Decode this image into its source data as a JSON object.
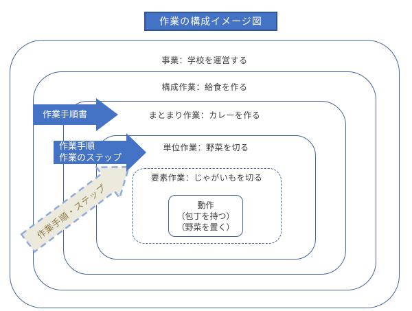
{
  "title": "作業の構成イメージ図",
  "boxes": [
    {
      "name": "business",
      "label": "事業：学校を運営する"
    },
    {
      "name": "component-work",
      "label": "構成作業：給食を作る"
    },
    {
      "name": "grouped-work",
      "label": "まとまり作業：カレーを作る"
    },
    {
      "name": "unit-work",
      "label": "単位作業：野菜を切る"
    },
    {
      "name": "element-work",
      "label": "要素作業：じゃがいもを切る"
    },
    {
      "name": "motion",
      "lines": [
        "動作",
        "（包丁を持つ）",
        "（野菜を置く）"
      ]
    }
  ],
  "arrows": [
    {
      "name": "work-procedure-document",
      "label": "作業手順書"
    },
    {
      "name": "work-procedure-steps",
      "lines": [
        "作業手順",
        "作業のステップ"
      ]
    },
    {
      "name": "work-procedure-step-dashed",
      "label": "作業手順・ステップ"
    }
  ],
  "colors": {
    "accent_blue": "#4472C4",
    "title_border": "#2F5597",
    "box_border": "#44639C",
    "dashed_arrow_border": "#8FAADC",
    "dashed_arrow_fill": "#ECE9DD",
    "dashed_arrow_text": "#8B7D42",
    "label_text": "#3B3B3B"
  }
}
